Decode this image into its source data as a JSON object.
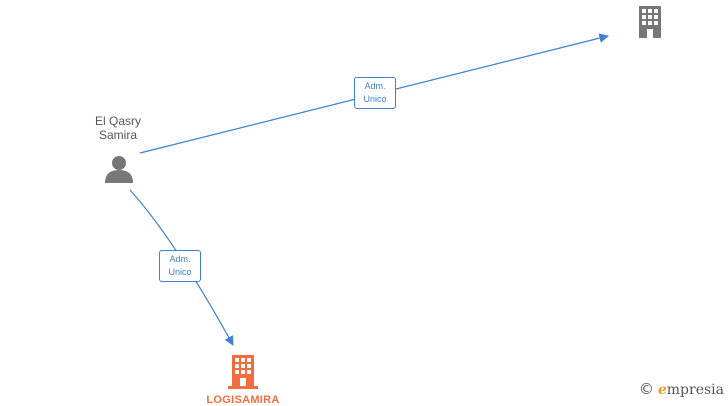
{
  "person": {
    "name_line1": "El Qasry",
    "name_line2": "Samira"
  },
  "edges": [
    {
      "label_line1": "Adm.",
      "label_line2": "Unico"
    },
    {
      "label_line1": "Adm.",
      "label_line2": "Unico"
    }
  ],
  "company_main": {
    "label": "LOGISAMIRA",
    "color": "#f26d3d"
  },
  "company_other": {
    "color": "#777777"
  },
  "edge_color": "#3d7fd0",
  "brand": {
    "copyright": "©",
    "initial": "e",
    "rest": "mpresia"
  }
}
